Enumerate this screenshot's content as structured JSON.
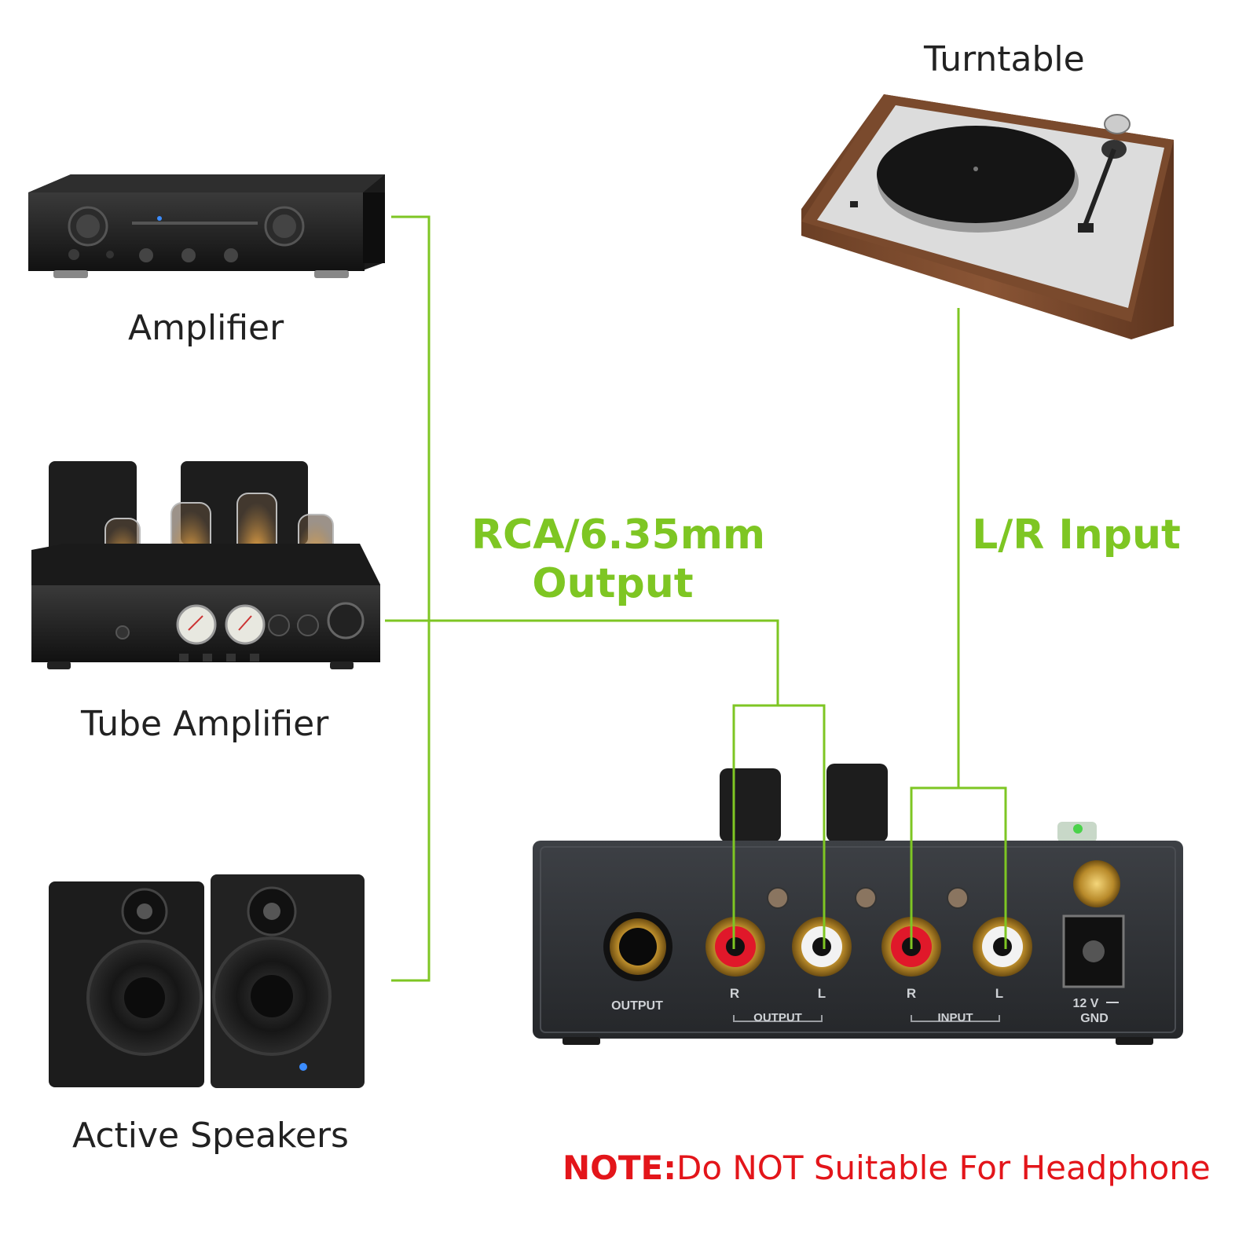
{
  "labels": {
    "turntable": "Turntable",
    "amplifier": "Amplifier",
    "tube_amplifier": "Tube Amplifier",
    "active_speakers": "Active Speakers"
  },
  "connections": {
    "output_line1": "RCA/6.35mm",
    "output_line2": "Output",
    "input": "L/R Input"
  },
  "device_panel": {
    "output_jack": "OUTPUT",
    "out_r": "R",
    "out_l": "L",
    "out_group": "OUTPUT",
    "in_r": "R",
    "in_l": "L",
    "in_group": "INPUT",
    "power_label_1": "12 V",
    "power_label_2": "GND"
  },
  "note": {
    "prefix": "NOTE:",
    "text": "Do NOT Suitable For Headphone"
  },
  "colors": {
    "connector_line": "#7ec623",
    "note": "#e3151a"
  }
}
